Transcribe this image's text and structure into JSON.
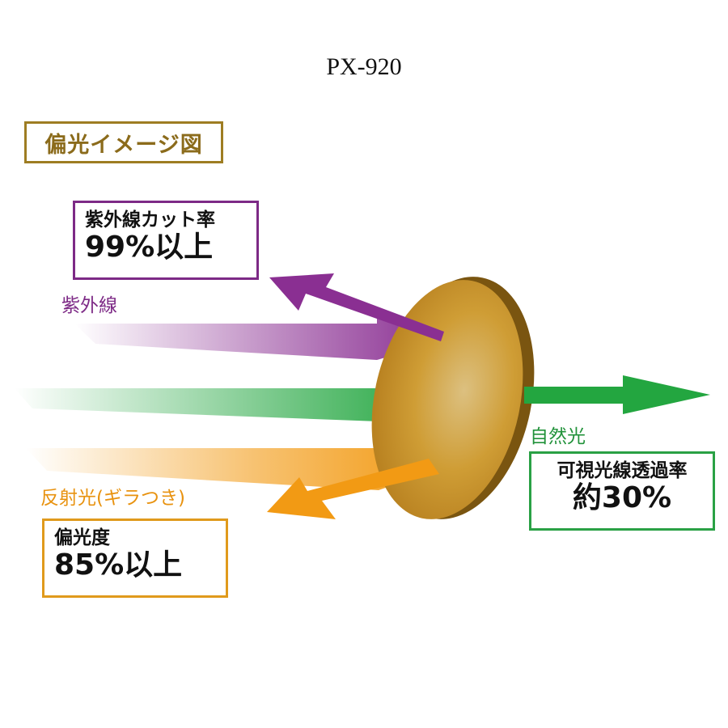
{
  "title": "PX-920",
  "heading": "偏光イメージ図",
  "uv": {
    "label": "紫外線",
    "box_line1": "紫外線カット率",
    "box_line2": "99%以上"
  },
  "natural": {
    "label": "自然光",
    "box_line1": "可視光線透過率",
    "box_line2": "約30%"
  },
  "reflected": {
    "label": "反射光(ギラつき)",
    "box_line1": "偏光度",
    "box_line2": "85%以上"
  },
  "colors": {
    "uv": "#8a2f92",
    "natural": "#23a640",
    "reflected": "#f29a14",
    "lens": "#c9952c",
    "lens_edge": "#7a5510",
    "heading": "#9e7d22"
  }
}
